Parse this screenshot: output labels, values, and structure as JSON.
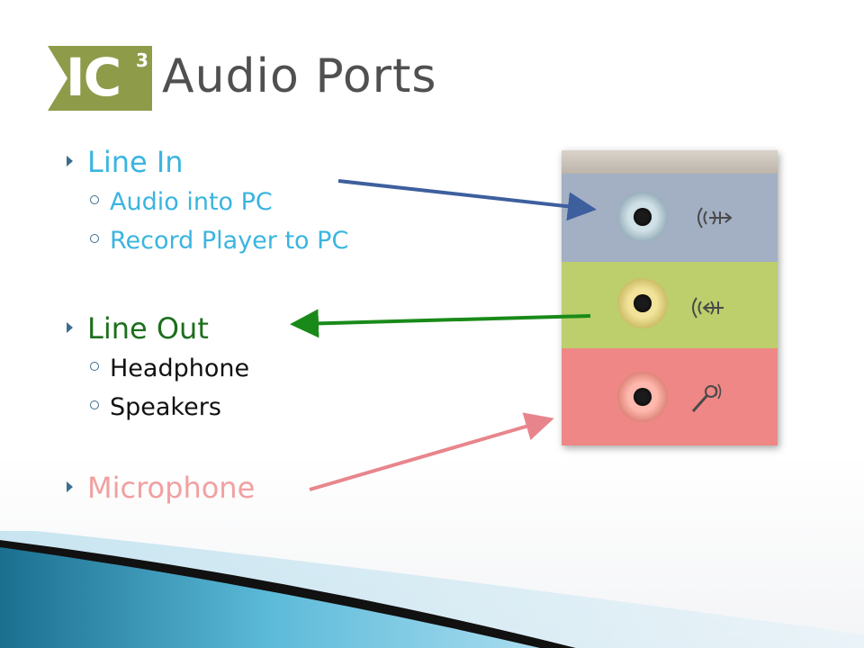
{
  "slide": {
    "logo": {
      "text": "IC",
      "superscript": "3"
    },
    "title": "Audio Ports",
    "bullets": [
      {
        "label": "Line In",
        "color": "#3ab5e0",
        "subitems": [
          {
            "label": "Audio into PC",
            "color": "#3ab5e0"
          },
          {
            "label": "Record Player to PC",
            "color": "#3ab5e0"
          }
        ]
      },
      {
        "label": "Line Out",
        "color": "#1e6e1e",
        "subitems": [
          {
            "label": "Headphone",
            "color": "#111111"
          },
          {
            "label": "Speakers",
            "color": "#111111"
          }
        ]
      },
      {
        "label": "Microphone",
        "color": "#f2a0a0",
        "subitems": []
      }
    ],
    "photo": {
      "ports": [
        {
          "name": "line-in",
          "band_color": "#a3afc3",
          "icon": "line-in-icon"
        },
        {
          "name": "line-out",
          "band_color": "#bccf6c",
          "icon": "line-out-icon"
        },
        {
          "name": "microphone",
          "band_color": "#ee8785",
          "icon": "microphone-icon"
        }
      ]
    },
    "arrows": [
      {
        "name": "line-in-arrow",
        "color": "#3d5f9e"
      },
      {
        "name": "line-out-arrow",
        "color": "#198a19"
      },
      {
        "name": "microphone-arrow",
        "color": "#e8858c"
      }
    ]
  }
}
